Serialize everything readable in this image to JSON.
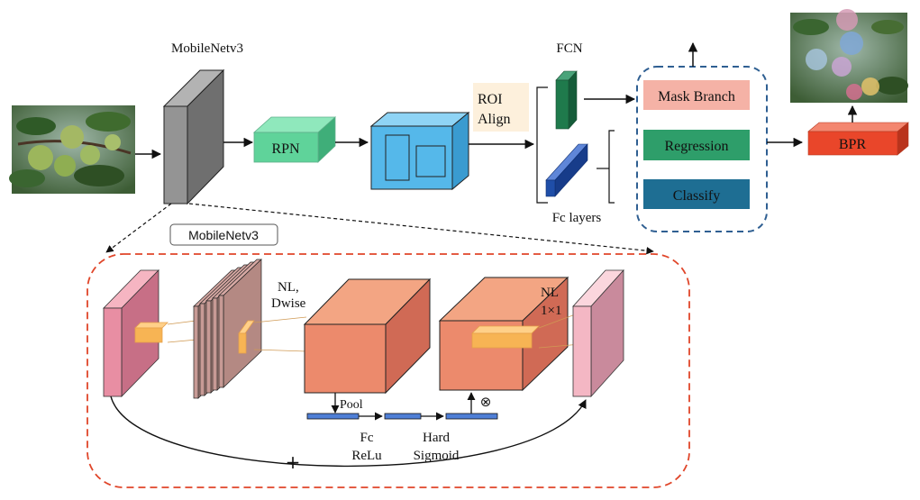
{
  "labels": {
    "backbone": "MobileNetv3",
    "rpn": "RPN",
    "roi_line1": "ROI",
    "roi_line2": "Align",
    "fcn": "FCN",
    "fc_layers": "Fc layers",
    "mask_branch": "Mask Branch",
    "regression": "Regression",
    "classify": "Classify",
    "bpr": "BPR",
    "detail_title": "MobileNetv3",
    "nl_dwise_line1": "NL,",
    "nl_dwise_line2": "Dwise",
    "nl_1x1_line1": "NL",
    "nl_1x1_line2": "1×1",
    "pool": "Pool",
    "fc_line1": "Fc",
    "fc_line2": "ReLu",
    "hard_line1": "Hard",
    "hard_line2": "Sigmoid",
    "multiply": "⊗",
    "plus": "+"
  },
  "colors": {
    "rpn": "#5fd39a",
    "roi_box": "#55b8ea",
    "roi_align_bg": "#fdf0dc",
    "fcn": "#1f7a4c",
    "fc_layer": "#1f4ea8",
    "mask_branch": "#f5b2a6",
    "regression": "#2e9e6a",
    "classify": "#1e6e93",
    "bpr": "#e9462a",
    "backbone": "#8f8f8f",
    "detail_border": "#e0462a",
    "head_border": "#2f5f92"
  }
}
